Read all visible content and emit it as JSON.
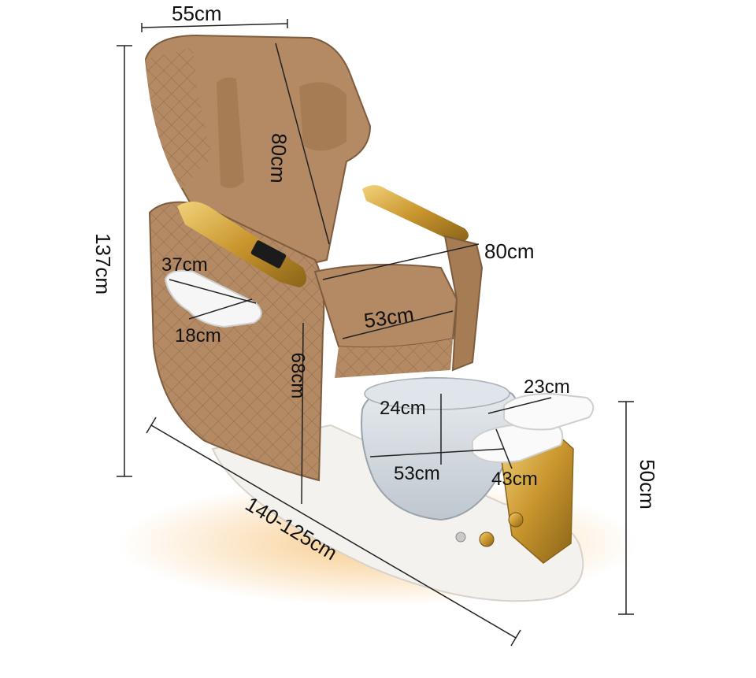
{
  "dimensions": {
    "top_width": "55cm",
    "total_height": "137cm",
    "backrest_length": "80cm",
    "arm_depth": "80cm",
    "tray_width": "37cm",
    "tray_depth": "18cm",
    "seat_width": "53cm",
    "seat_height": "68cm",
    "basin_depth": "24cm",
    "basin_width": "53cm",
    "footrest_width": "23cm",
    "footrest_length": "43cm",
    "base_length": "140-125cm",
    "base_height": "50cm"
  },
  "colors": {
    "upholstery": "#b48a64",
    "upholstery_dark": "#8f6b4b",
    "gold": "#d4a640",
    "base": "#f4f2ef",
    "glow": "#f7c57e"
  }
}
